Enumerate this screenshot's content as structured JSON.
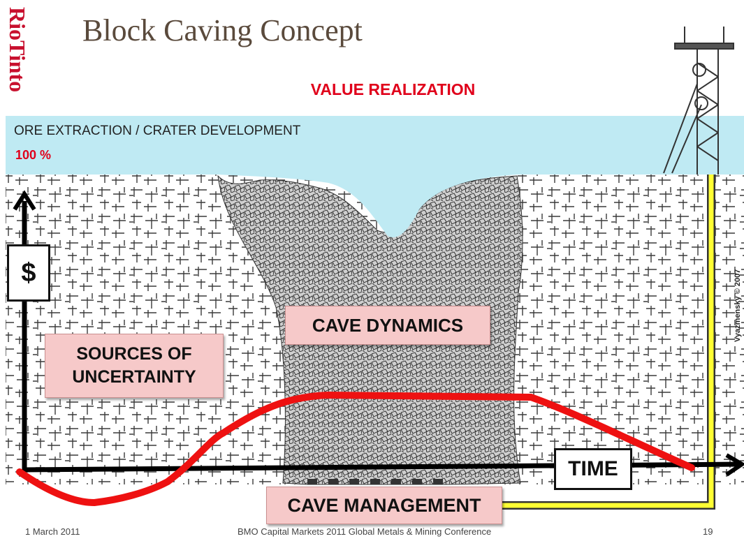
{
  "logo": {
    "text": "RioTinto",
    "color": "#c8102e"
  },
  "title": "Block Caving Concept",
  "subtitle": "VALUE REALIZATION",
  "sky": {
    "label": "ORE EXTRACTION / CRATER DEVELOPMENT",
    "percent": "100 %",
    "color": "#bfeaf3"
  },
  "labels": {
    "sources": [
      "SOURCES OF",
      "UNCERTAINTY"
    ],
    "cave_dynamics": "CAVE DYNAMICS",
    "cave_management": "CAVE MANAGEMENT",
    "time": "TIME",
    "dollar": "$"
  },
  "credit": "Vyazmensky © 2007",
  "footer": {
    "date": "1 March 2011",
    "conference": "BMO Capital Markets 2011 Global Metals & Mining Conference",
    "page": "19"
  },
  "colors": {
    "accent_red": "#e0001b",
    "box_fill": "#f6c9c9",
    "line_yellow": "#ffff33"
  },
  "icons": [
    "headframe-tower-icon",
    "time-axis-arrow-icon",
    "value-axis-arrow-icon"
  ]
}
